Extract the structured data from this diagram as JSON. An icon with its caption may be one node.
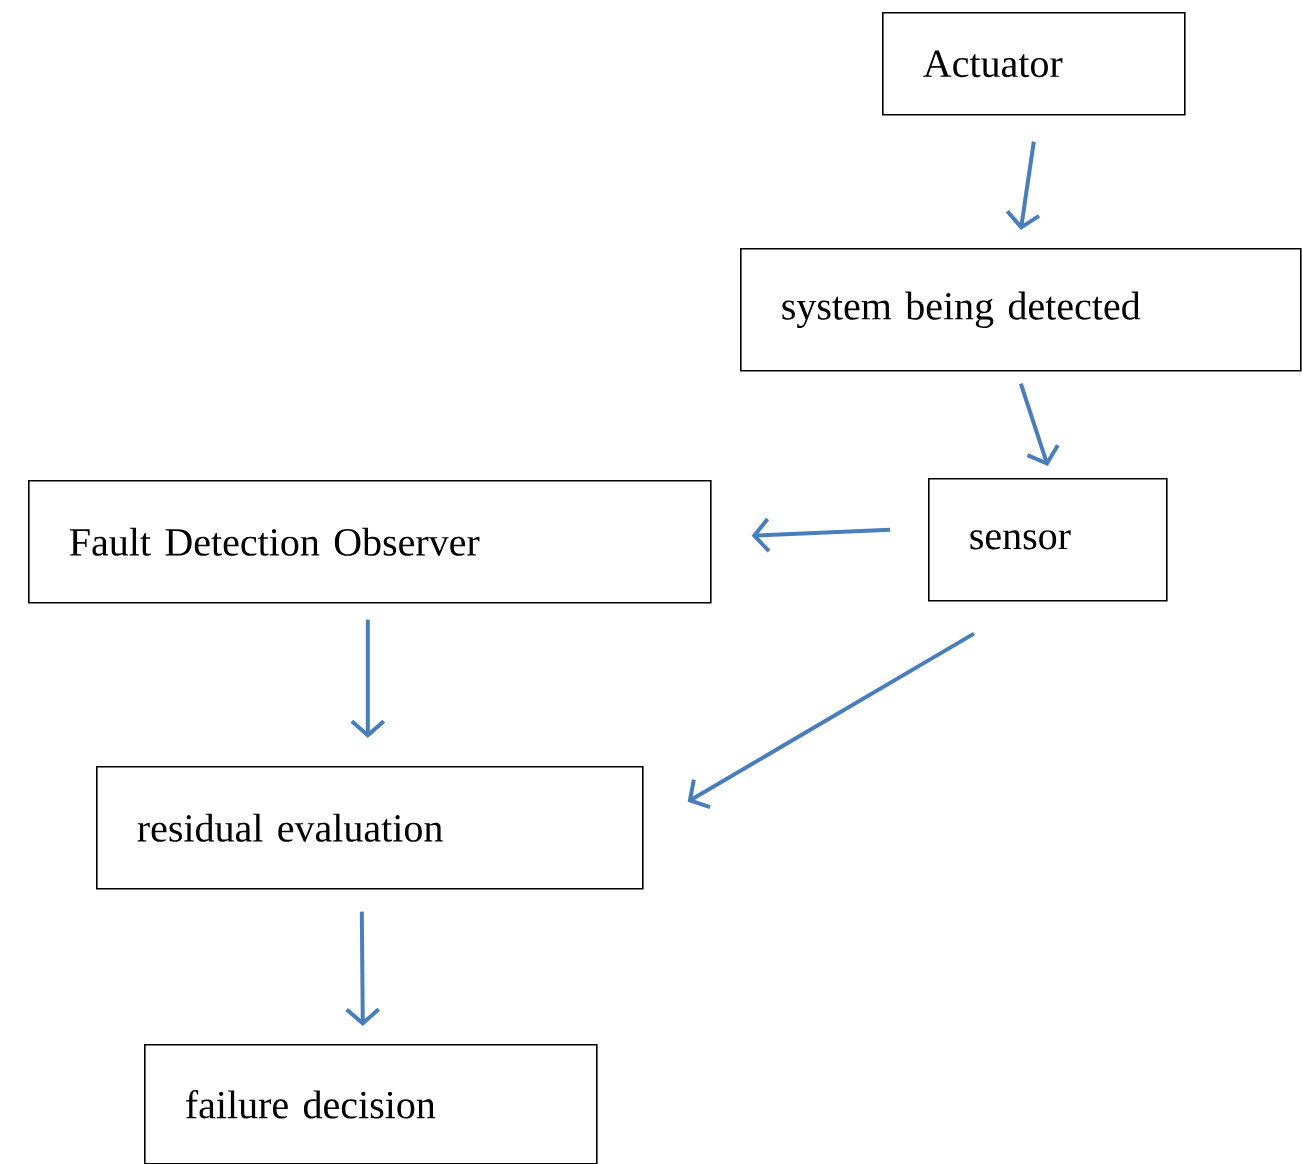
{
  "diagram": {
    "nodes": [
      {
        "text": [
          "Actuator"
        ]
      },
      {
        "text": [
          "system being detected"
        ]
      },
      {
        "text": [
          "sensor"
        ]
      },
      {
        "text": [
          "Fault Detection Observer"
        ]
      },
      {
        "text": [
          "residual evaluation"
        ]
      },
      {
        "text": [
          "failure decision"
        ]
      }
    ],
    "edges": [
      {
        "from": 0,
        "to": 1,
        "arrow": "to"
      },
      {
        "from": 1,
        "to": 2,
        "arrow": "to"
      },
      {
        "from": 2,
        "to": 3,
        "arrow": "to"
      },
      {
        "from": 2,
        "to": 4,
        "arrow": "to"
      },
      {
        "from": 3,
        "to": 4,
        "arrow": "to"
      },
      {
        "from": 4,
        "to": 5,
        "arrow": "to"
      }
    ]
  }
}
